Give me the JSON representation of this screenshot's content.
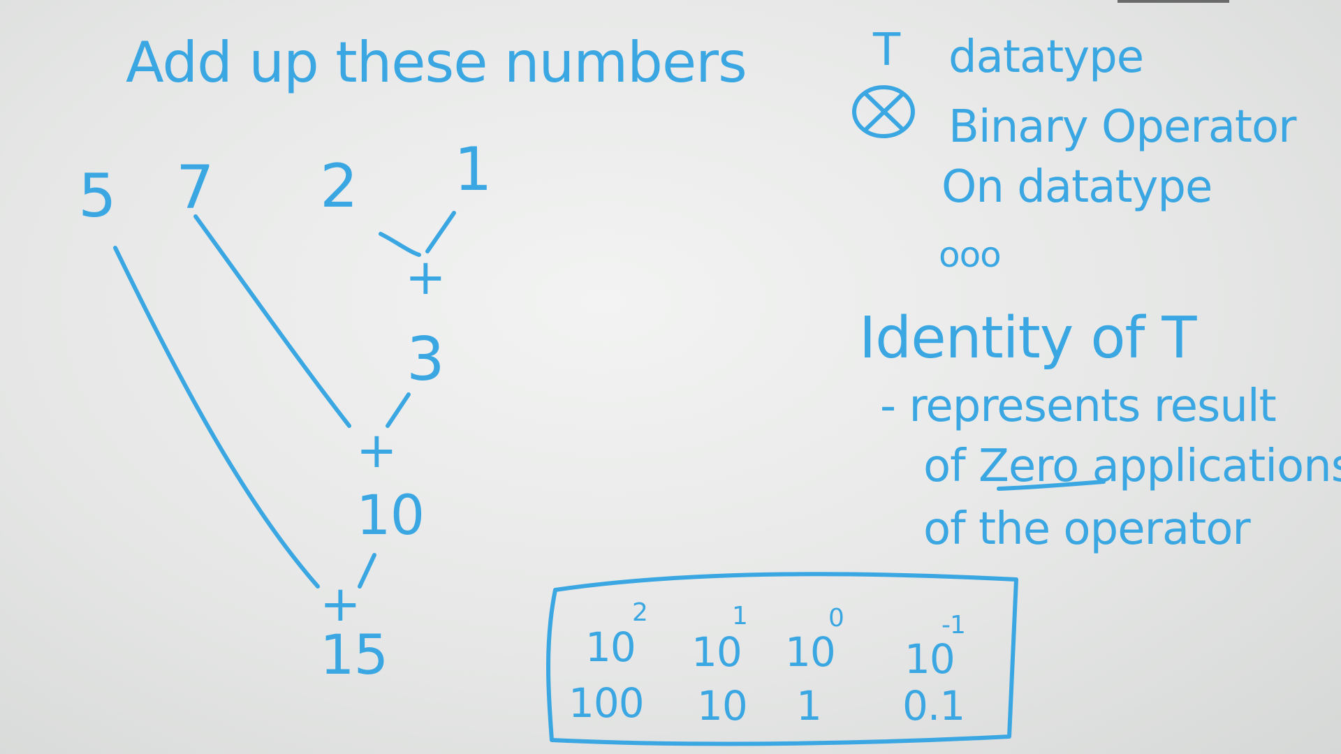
{
  "board": {
    "title": "Add up these numbers",
    "numbers": [
      "5",
      "7",
      "2",
      "1"
    ],
    "plus": "+",
    "results": [
      "3",
      "10",
      "15"
    ],
    "notes": [
      "T",
      "datatype",
      "Binary Operator",
      "On datatype",
      "ooo",
      "Identity of T",
      "- represents result",
      "of Zero applications",
      "of the operator"
    ],
    "powers": {
      "bases": [
        "10",
        "10",
        "10",
        "10"
      ],
      "exponents": [
        "2",
        "1",
        "0",
        "-1"
      ],
      "values": [
        "100",
        "10",
        "1",
        "0.1"
      ]
    }
  },
  "colors": {
    "ink": "#3aa7e2",
    "board": "#eceded"
  },
  "icons": {
    "otimes": "circled-times-icon"
  }
}
